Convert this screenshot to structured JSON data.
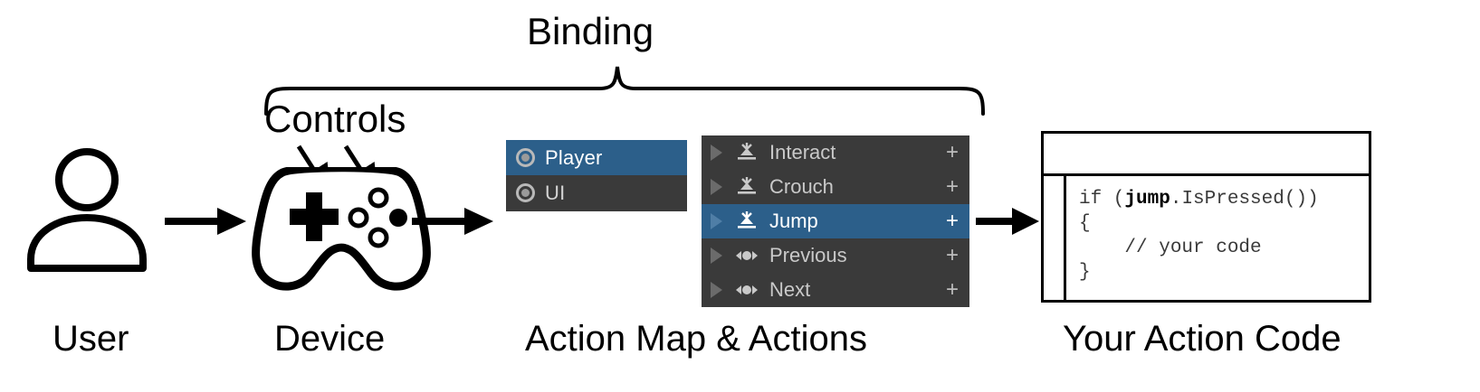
{
  "annotations": {
    "binding_label": "Binding",
    "controls_label": "Controls"
  },
  "captions": {
    "user": "User",
    "device": "Device",
    "action_map": "Action Map & Actions",
    "code": "Your Action Code"
  },
  "icons": {
    "user": "user-silhouette-icon",
    "gamepad": "gamepad-icon",
    "arrow": "arrow-right-icon",
    "brace": "curly-brace-icon",
    "action_map_ring": "action-map-ring-icon",
    "button_action": "button-action-icon",
    "axis_action": "axis-action-icon",
    "foldout": "foldout-triangle-icon"
  },
  "action_map_panel": {
    "items": [
      {
        "label": "Player",
        "selected": true
      },
      {
        "label": "UI",
        "selected": false
      }
    ]
  },
  "actions_panel": {
    "add_label": "+",
    "items": [
      {
        "label": "Interact",
        "icon": "button-action-icon",
        "selected": false,
        "add": "+"
      },
      {
        "label": "Crouch",
        "icon": "button-action-icon",
        "selected": false,
        "add": "+"
      },
      {
        "label": "Jump",
        "icon": "button-action-icon",
        "selected": true,
        "add": "+"
      },
      {
        "label": "Previous",
        "icon": "axis-action-icon",
        "selected": false,
        "add": "+"
      },
      {
        "label": "Next",
        "icon": "axis-action-icon",
        "selected": false,
        "add": "+"
      }
    ]
  },
  "code_window": {
    "lines": [
      "if (jump.IsPressed())",
      "{",
      "    // your code",
      "}"
    ],
    "bold_token": "jump"
  },
  "colors": {
    "selection_blue": "#2c5f8a",
    "panel_dark": "#3a3a3a",
    "text_light": "#c9c9c9",
    "text_white": "#ffffff",
    "stroke_black": "#000000",
    "background": "#ffffff"
  }
}
